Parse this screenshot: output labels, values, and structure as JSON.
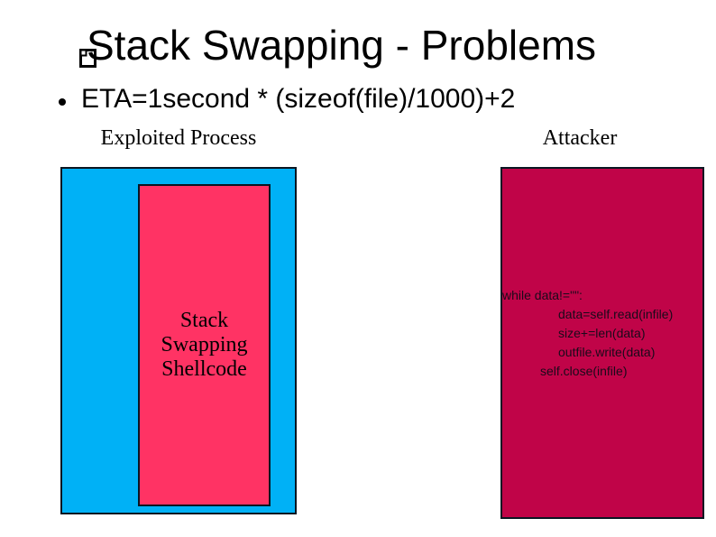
{
  "slide": {
    "title": "Stack Swapping - Problems",
    "bullet_text": "ETA=1second * (sizeof(file)/1000)+2"
  },
  "exploited": {
    "label": "Exploited Process",
    "shellcode_label": "Stack Swapping Shellcode"
  },
  "attacker": {
    "label": "Attacker",
    "code_lines": [
      "while data!=\"\":",
      "data=self.read(infile)",
      "size+=len(data)",
      "outfile.write(data)",
      "self.close(infile)"
    ]
  },
  "icons": {
    "title_bullet_glyph": "missing-glyph-box"
  },
  "colors": {
    "exploited_box": "#00B1F6",
    "shellcode_box": "#FF3364",
    "attacker_box": "#C00448",
    "box_border": "#0a1622",
    "code_text": "#1a0a1a",
    "background": "#ffffff"
  }
}
